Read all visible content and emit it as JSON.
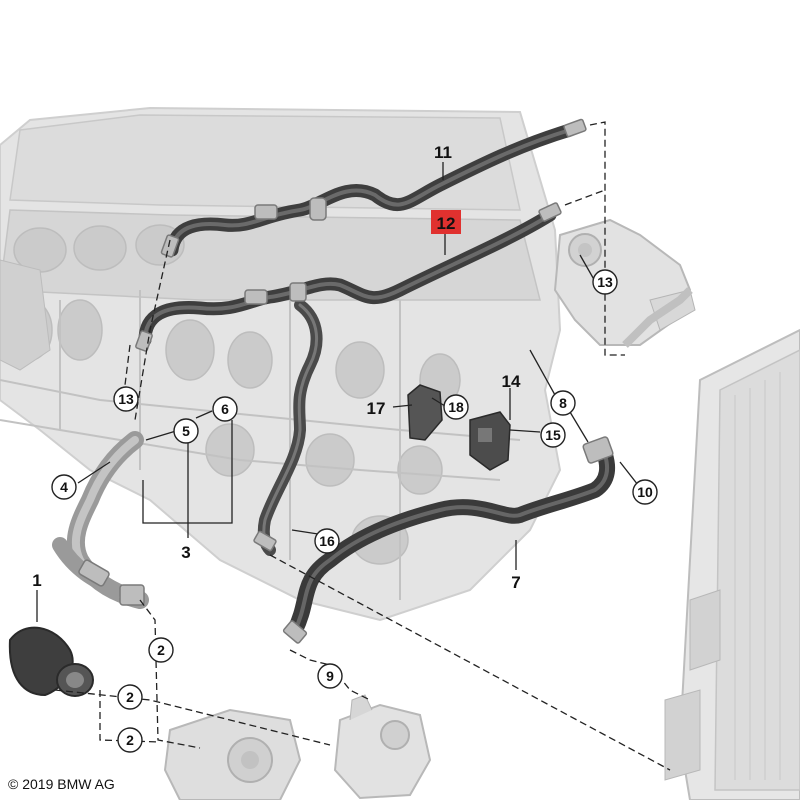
{
  "diagram": {
    "callouts": [
      {
        "id": "1",
        "label": "1"
      },
      {
        "id": "2",
        "label": "2"
      },
      {
        "id": "3",
        "label": "3"
      },
      {
        "id": "4",
        "label": "4"
      },
      {
        "id": "5",
        "label": "5"
      },
      {
        "id": "6",
        "label": "6"
      },
      {
        "id": "7",
        "label": "7"
      },
      {
        "id": "8",
        "label": "8"
      },
      {
        "id": "9",
        "label": "9"
      },
      {
        "id": "10",
        "label": "10"
      },
      {
        "id": "11",
        "label": "11"
      },
      {
        "id": "12",
        "label": "12"
      },
      {
        "id": "13",
        "label": "13"
      },
      {
        "id": "14",
        "label": "14"
      },
      {
        "id": "15",
        "label": "15"
      },
      {
        "id": "16",
        "label": "16"
      },
      {
        "id": "17",
        "label": "17"
      },
      {
        "id": "18",
        "label": "18"
      }
    ],
    "highlighted_part": "12",
    "colors": {
      "hose": "#4a4a4a",
      "engine": "#d9d9d9",
      "highlight": "#e0312f"
    }
  },
  "footer": {
    "copyright": "© 2019 BMW AG"
  }
}
